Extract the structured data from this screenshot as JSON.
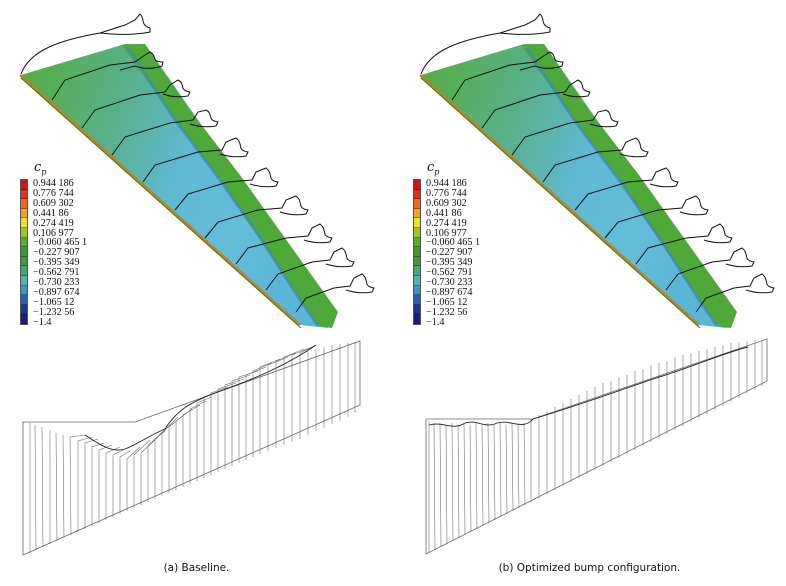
{
  "figure": {
    "panels": [
      {
        "id": "a",
        "caption": "(a) Baseline.",
        "legend": {
          "title": "c",
          "title_sub": "p",
          "ticks": [
            "0.944 186",
            "0.776 744",
            "0.609 302",
            "0.441 86",
            "0.274 419",
            "0.106 977",
            "−0.060 465 1",
            "−0.227 907",
            "−0.395 349",
            "−0.562 791",
            "−0.730 233",
            "−0.897 674",
            "−1.065 12",
            "−1.232 56",
            "−1.4"
          ]
        }
      },
      {
        "id": "b",
        "caption": "(b) Optimized bump configuration.",
        "legend": {
          "title": "c",
          "title_sub": "p",
          "ticks": [
            "0.944 186",
            "0.776 744",
            "0.609 302",
            "0.441 86",
            "0.274 419",
            "0.106 977",
            "−0.060 465 1",
            "−0.227 907",
            "−0.395 349",
            "−0.562 791",
            "−0.730 233",
            "−0.897 674",
            "−1.065 12",
            "−1.232 56",
            "−1.4"
          ]
        }
      }
    ],
    "colormap": [
      "#c8181a",
      "#e0301a",
      "#ee6a18",
      "#f4a31c",
      "#e9e12a",
      "#9cc52a",
      "#5aac2c",
      "#3f9a2e",
      "#3c9c3a",
      "#46a870",
      "#4fb4b0",
      "#3b93c8",
      "#2a5fb0",
      "#22338f",
      "#1b1f7a"
    ],
    "colors": {
      "wing_green": "#4fa93a",
      "wing_blue": "#5fb9d6",
      "wing_deep_blue": "#3c86c0",
      "leading_edge": "#d8a21c",
      "line": "#111111",
      "streamline": "#555555"
    }
  }
}
